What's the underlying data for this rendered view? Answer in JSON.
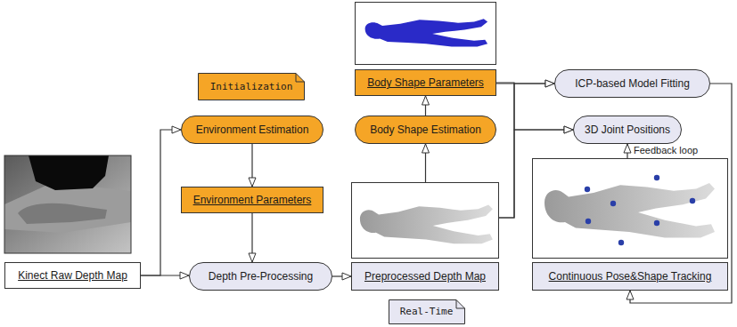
{
  "diagram": {
    "nodes": [
      {
        "text": [
          "Initialization"
        ]
      },
      {
        "text": [
          "Environment Estimation"
        ]
      },
      {
        "text": [
          "Environment Parameters"
        ]
      },
      {
        "text": [
          "Kinect Raw Depth Map"
        ]
      },
      {
        "text": [
          "Depth Pre-Processing"
        ]
      },
      {
        "text": [
          "Body Shape Parameters"
        ]
      },
      {
        "text": [
          "Body Shape Estimation"
        ]
      },
      {
        "text": [
          "Preprocessed Depth Map"
        ]
      },
      {
        "text": [
          "Real-Time"
        ]
      },
      {
        "text": [
          "ICP-based Model Fitting"
        ]
      },
      {
        "text": [
          "3D Joint Positions"
        ]
      },
      {
        "text": [
          "Continuous Pose&Shape Tracking"
        ]
      }
    ],
    "edges": [
      {
        "from": 3,
        "to": 4,
        "arrow": "to"
      },
      {
        "from": 3,
        "to": 1,
        "arrow": "to"
      },
      {
        "from": 1,
        "to": 2,
        "arrow": "to"
      },
      {
        "from": 2,
        "to": 4,
        "arrow": "to"
      },
      {
        "from": 4,
        "to": 7,
        "arrow": "to"
      },
      {
        "from": 7,
        "to": 6,
        "arrow": "to"
      },
      {
        "from": 6,
        "to": 5,
        "arrow": "to"
      },
      {
        "from": 5,
        "to": 9,
        "arrow": "to"
      },
      {
        "from": 5,
        "to": 10,
        "arrow": "to"
      },
      {
        "from": 7,
        "to": 9,
        "arrow": "to"
      },
      {
        "from": 7,
        "to": 10,
        "arrow": "to"
      },
      {
        "from": 11,
        "to": 10,
        "label": "Feedback loop",
        "arrow": "to"
      },
      {
        "from": 9,
        "to": 11,
        "arrow": "to"
      }
    ]
  }
}
